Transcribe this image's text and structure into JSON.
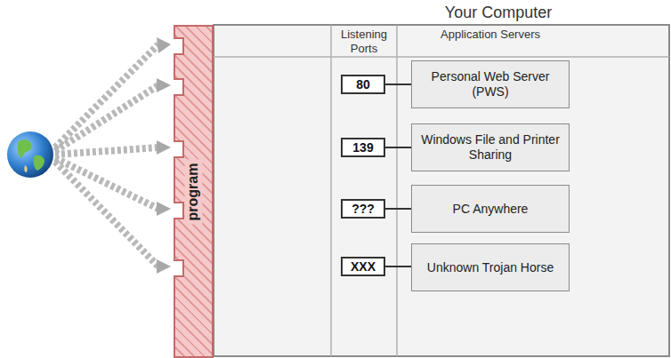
{
  "diagram": {
    "title": "Your Computer",
    "nodes": [
      {
        "text": [
          "program"
        ]
      },
      {
        "text": [
          "80"
        ]
      },
      {
        "text": [
          "139"
        ]
      },
      {
        "text": [
          "???"
        ]
      },
      {
        "text": [
          "XXX"
        ]
      },
      {
        "text": [
          "Personal Web Server (PWS)"
        ]
      },
      {
        "text": [
          "Windows File and Printer Sharing"
        ]
      },
      {
        "text": [
          "PC Anywhere"
        ]
      },
      {
        "text": [
          "Unknown Trojan Horse"
        ]
      }
    ],
    "edges": [
      {
        "from": 1,
        "to": 5,
        "arrow": "none"
      },
      {
        "from": 2,
        "to": 6,
        "arrow": "none"
      },
      {
        "from": 3,
        "to": 7,
        "arrow": "none"
      },
      {
        "from": 4,
        "to": 8,
        "arrow": "none"
      }
    ],
    "labels": [
      "Listening Ports",
      "Application Servers"
    ]
  }
}
